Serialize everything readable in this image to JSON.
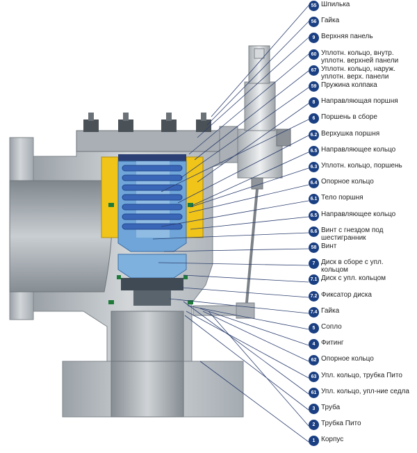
{
  "colors": {
    "body_metal": "#b9bec3",
    "body_dark": "#8f969c",
    "spring": "#3a66b8",
    "piston": "#6fa5d8",
    "ring": "#f0c419",
    "seal": "#1f7a3a",
    "leader": "#2a3d6e",
    "badge": "#1a3f82"
  },
  "callouts": [
    {
      "num": "55",
      "label": "Шпилька"
    },
    {
      "num": "56",
      "label": "Гайка"
    },
    {
      "num": "9",
      "label": "Верхняя панель"
    },
    {
      "num": "60",
      "label": "Уплотн. кольцо, внутр.\nуплотн. верхней панели"
    },
    {
      "num": "67",
      "label": "Уплотн. кольцо, наруж.\nуплотн. верх. панели"
    },
    {
      "num": "59",
      "label": "Пружина колпака"
    },
    {
      "num": "8",
      "label": "Направляющая поршня"
    },
    {
      "num": "6",
      "label": "Поршень в сборе"
    },
    {
      "num": "6.2",
      "label": "Верхушка поршня"
    },
    {
      "num": "6.5",
      "label": "Направляющее кольцо"
    },
    {
      "num": "6.3",
      "label": "Уплотн. кольцо, поршень"
    },
    {
      "num": "6.4",
      "label": "Опорное кольцо"
    },
    {
      "num": "6.1",
      "label": "Тело поршня"
    },
    {
      "num": "6.5",
      "label": "Направляющее кольцо"
    },
    {
      "num": "6.6",
      "label": "Винт с гнездом под\nшестигранник"
    },
    {
      "num": "58",
      "label": "Винт"
    },
    {
      "num": "7",
      "label": "Диск в сборе с упл.\nкольцом"
    },
    {
      "num": "7.1",
      "label": "Диск с упл. кольцом"
    },
    {
      "num": "7.2",
      "label": "Фиксатор диска"
    },
    {
      "num": "7.4",
      "label": "Гайка"
    },
    {
      "num": "5",
      "label": "Сопло"
    },
    {
      "num": "4",
      "label": "Фитинг"
    },
    {
      "num": "62",
      "label": "Опорное кольцо"
    },
    {
      "num": "63",
      "label": "Упл. кольцо, трубка Пито"
    },
    {
      "num": "61",
      "label": "Упл. кольцо, упл-ние седла"
    },
    {
      "num": "3",
      "label": "Труба"
    },
    {
      "num": "2",
      "label": "Трубка Пито"
    },
    {
      "num": "1",
      "label": "Корпус"
    }
  ]
}
